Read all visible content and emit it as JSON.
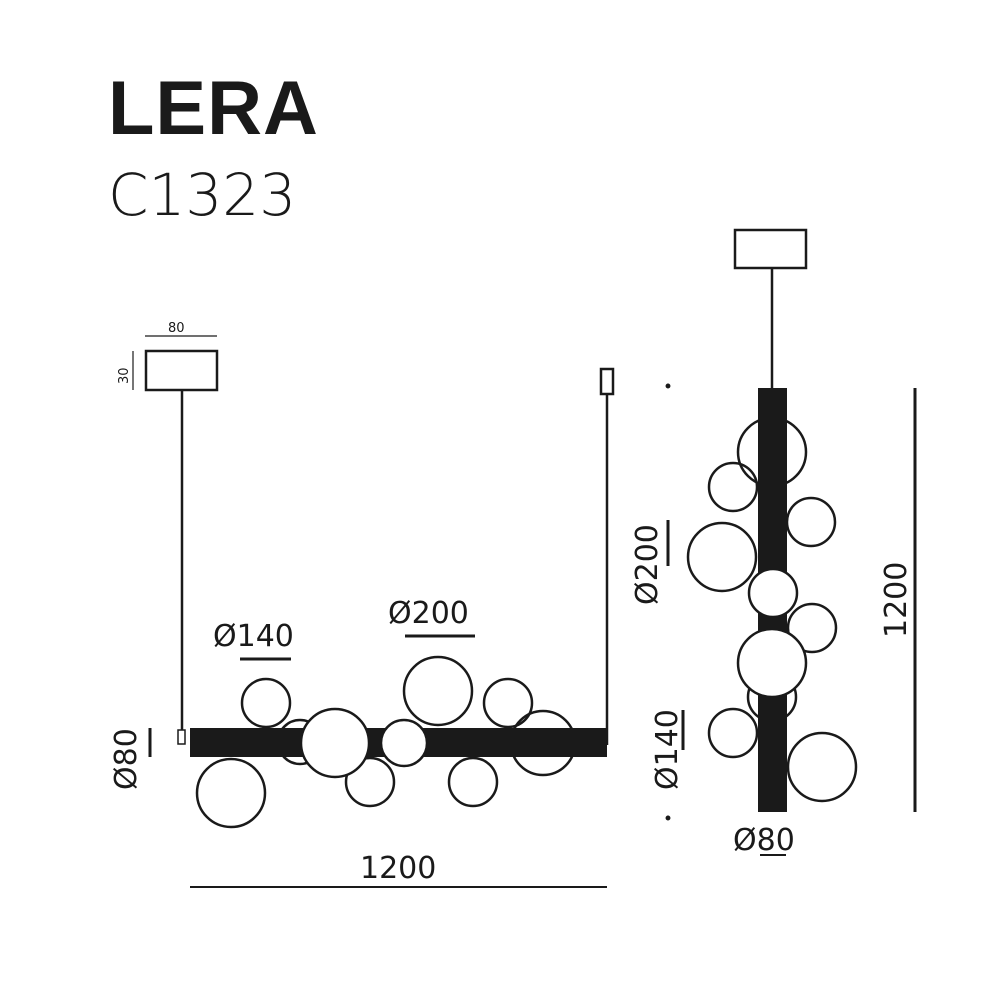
{
  "header": {
    "name": "LERA",
    "model": "C1323"
  },
  "front_view": {
    "canopy_width": "80",
    "canopy_height": "30",
    "small_globe": "Ø140",
    "large_globe": "Ø200",
    "bar_diameter": "Ø80",
    "length": "1200"
  },
  "side_view": {
    "large_globe": "Ø200",
    "small_globe": "Ø140",
    "bar_diameter": "Ø80",
    "height": "1200"
  },
  "colors": {
    "ink": "#1a1a1a",
    "background": "#ffffff"
  }
}
